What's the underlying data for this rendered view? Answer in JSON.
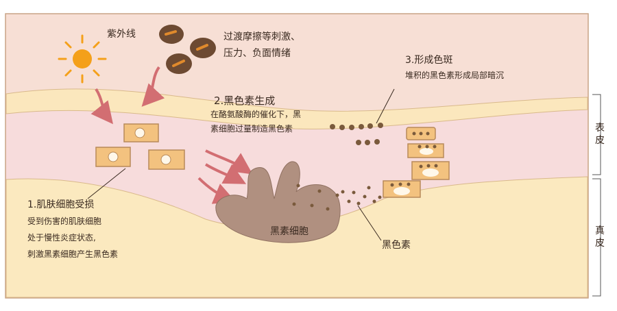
{
  "labels": {
    "uv": "紫外线",
    "friction_line1": "过渡摩擦等刺激、",
    "friction_line2": "压力、负面情绪",
    "step3_title": "3.形成色斑",
    "step3_desc": "堆积的黑色素形成局部暗沉",
    "step2_title": "2.黑色素生成",
    "step2_desc_line1": "在酪氨酸酶的催化下，黑",
    "step2_desc_line2": "素细胞过量制造黑色素",
    "step1_title": "1.肌肤细胞受损",
    "step1_desc_line1": "受到伤害的肌肤细胞",
    "step1_desc_line2": "处于慢性炎症状态,",
    "step1_desc_line3": "刺激黑素细胞产生黑色素",
    "melanocyte": "黑素细胞",
    "melanin": "黑色素",
    "epidermis": "表皮",
    "dermis": "真皮"
  },
  "colors": {
    "background": "#f7dfd5",
    "border": "#c9a486",
    "stratum_band": "#fbe7bd",
    "epidermis_fill": "#f7dcdc",
    "dermis_fill": "#fbe9bf",
    "cell_fill": "#f3c27f",
    "cell_stroke": "#b88a5a",
    "nucleus": "#fff8ea",
    "melanocyte": "#b09080",
    "melanin_dot": "#7a5a3c",
    "arrow": "#d26e72",
    "sun": "#f4a01a",
    "stressor_stone": "#6d4a32",
    "stressor_mark": "#e08a2c"
  }
}
